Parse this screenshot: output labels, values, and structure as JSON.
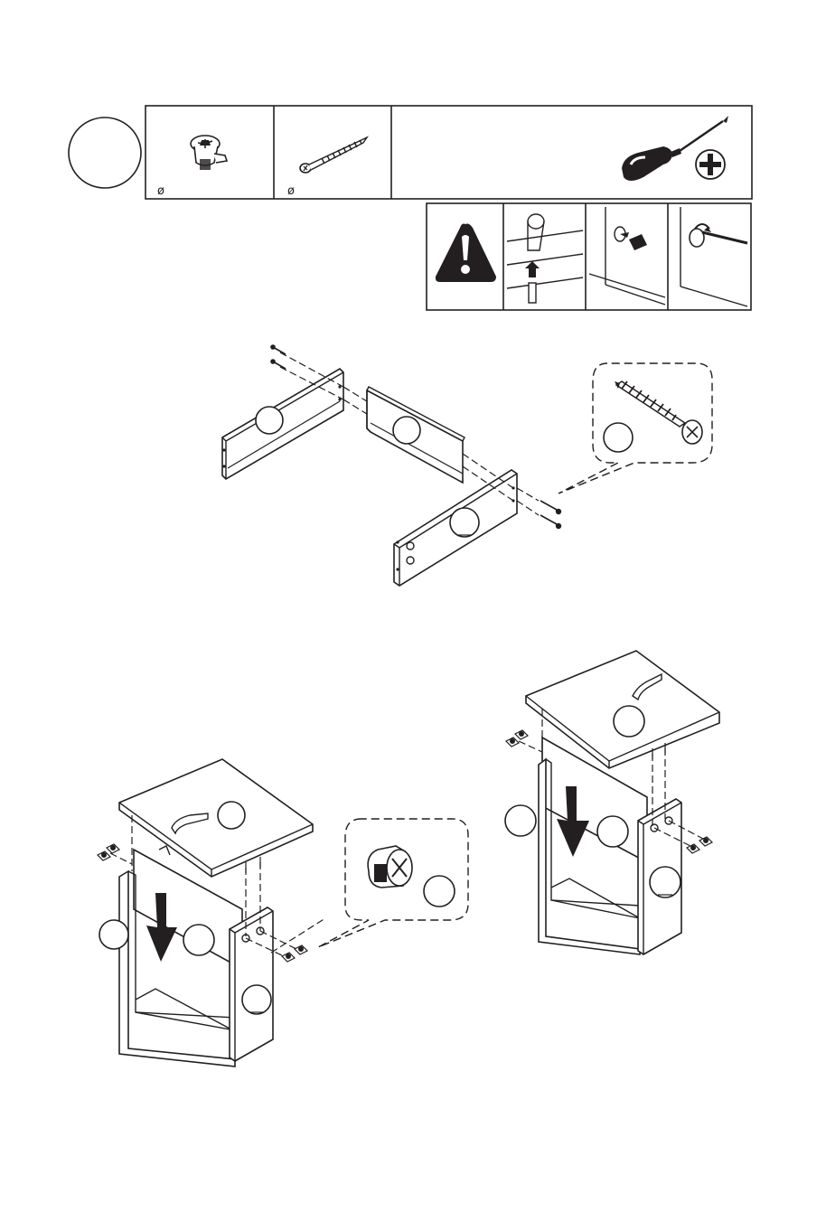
{
  "step": {
    "number": ""
  },
  "hardware": {
    "cam_lock": {
      "label": "ø",
      "icon": "cam-lock-icon"
    },
    "screw": {
      "label": "ø",
      "icon": "wood-screw-icon"
    },
    "tool": {
      "icon": "phillips-screwdriver-icon"
    }
  },
  "warning": {
    "icon": "warning-triangle-icon",
    "panels": [
      "insert-dowel-icon",
      "insert-cam-lock-icon",
      "tighten-cam-lock-icon"
    ]
  },
  "diagrams": [
    {
      "name": "frame-assembly",
      "callout_icon": "screw-callout-icon"
    },
    {
      "name": "top-assembly-left",
      "callout_icon": "cam-lock-callout-icon"
    },
    {
      "name": "top-assembly-right"
    }
  ],
  "colors": {
    "ink": "#231f20",
    "paper": "#ffffff"
  }
}
